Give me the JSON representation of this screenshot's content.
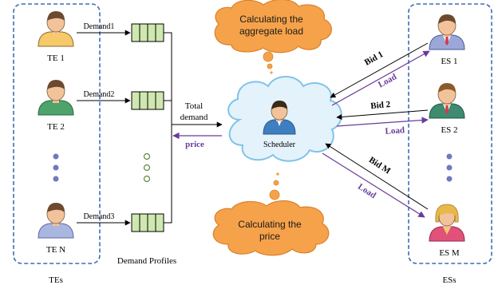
{
  "groups": {
    "te_caption": "TEs",
    "es_caption": "ESs",
    "profiles_caption": "Demand Profiles"
  },
  "terminals": [
    {
      "label": "TE 1",
      "shirt_color": "#f7c96b"
    },
    {
      "label": "TE 2",
      "shirt_color": "#4da36a"
    },
    {
      "label": "TE N",
      "shirt_color": "#a9b6e0"
    }
  ],
  "servers": [
    {
      "label": "ES 1",
      "suit_color": "#9aa7d8"
    },
    {
      "label": "ES 2",
      "suit_color": "#3e8b70"
    },
    {
      "label": "ES M",
      "suit_color": "#e0527a"
    }
  ],
  "demands": [
    "Demand1",
    "Demand2",
    "Demand3"
  ],
  "scheduler": {
    "label": "Scheduler"
  },
  "flows": {
    "total_demand_line1": "Total",
    "total_demand_line2": "demand",
    "price": "price",
    "bid1": "Bid 1",
    "bid2": "Bid 2",
    "bidM": "Bid M",
    "load": "Load"
  },
  "thoughts": {
    "top_line1": "Calculating the",
    "top_line2": "aggregate load",
    "bottom_line1": "Calculating the",
    "bottom_line2": "price"
  },
  "colors": {
    "group_border": "#3d6db5",
    "cloud_fill": "#f6a24a",
    "cloud_stroke": "#d9822b",
    "scheduler_cloud_fill": "#e4f2fb",
    "scheduler_cloud_stroke": "#7fc3e8",
    "purple": "#6a3a9a",
    "queue_fill": "#cfe8b0",
    "ellipsis_dot_blue": "#6f79c0",
    "ellipsis_dot_green": "#8fbf5a"
  }
}
